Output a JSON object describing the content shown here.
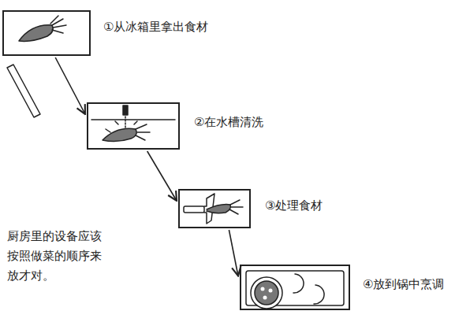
{
  "diagram": {
    "nodes": [
      {
        "text": [
          "①从冰箱里拿出食材"
        ]
      },
      {
        "text": [
          "②在水槽清洗"
        ]
      },
      {
        "text": [
          "③处理食材"
        ]
      },
      {
        "text": [
          "④放到锅中烹调"
        ]
      }
    ],
    "edges": [
      {
        "from": 0,
        "to": 1,
        "arrow": "to"
      },
      {
        "from": 1,
        "to": 2,
        "arrow": "to"
      },
      {
        "from": 2,
        "to": 3,
        "arrow": "to"
      }
    ],
    "labels": [
      "厨房里的设备应该按照做菜的顺序来放才对。"
    ]
  }
}
